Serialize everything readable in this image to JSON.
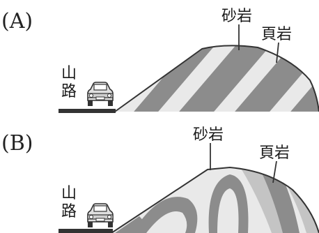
{
  "panel_a": {
    "label": "(A)",
    "sandstone_label": "砂岩",
    "shale_label": "頁岩",
    "road_label_top": "山",
    "road_label_bottom": "路"
  },
  "panel_b": {
    "label": "(B)",
    "sandstone_label": "砂岩",
    "shale_label": "頁岩",
    "road_label_top": "山",
    "road_label_bottom": "路"
  },
  "colors": {
    "sandstone": "#e9e9e9",
    "shale": "#8c8c8c",
    "shale_light": "#c4c4c4",
    "outline": "#333333",
    "road": "#333333"
  },
  "icons": [
    "car-icon",
    "car-icon"
  ]
}
